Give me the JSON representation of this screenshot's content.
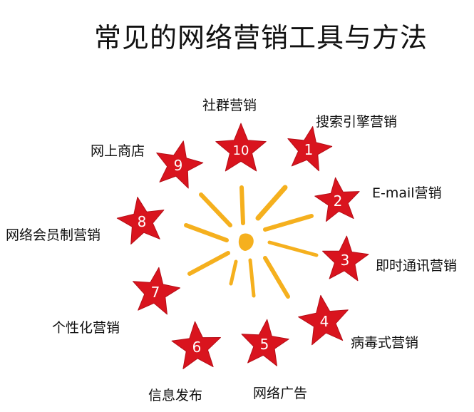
{
  "title": "常见的网络营销工具与方法",
  "center_label": "",
  "colors": {
    "star": "#d9141e",
    "star_stroke": "#b50e17",
    "ray": "#f5b01e",
    "number": "#ffffff",
    "text": "#111111"
  },
  "items": [
    {
      "num": "1",
      "label": "搜索引擎营销"
    },
    {
      "num": "2",
      "label": "E-mail营销"
    },
    {
      "num": "3",
      "label": "即时通讯营销"
    },
    {
      "num": "4",
      "label": "病毒式营销"
    },
    {
      "num": "5",
      "label": "网络广告"
    },
    {
      "num": "6",
      "label": "信息发布"
    },
    {
      "num": "7",
      "label": "个性化营销"
    },
    {
      "num": "8",
      "label": "网络会员制营销"
    },
    {
      "num": "9",
      "label": "网上商店"
    },
    {
      "num": "10",
      "label": "社群营销"
    }
  ]
}
